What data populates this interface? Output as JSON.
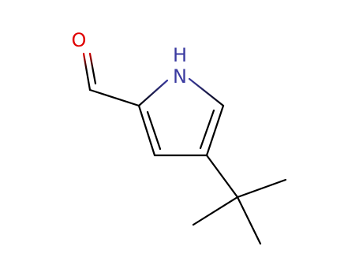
{
  "colors": {
    "background": "#ffffff",
    "carbon_bond": "#000000",
    "nitrogen": "#3a3aa0",
    "oxygen": "#e00000",
    "hydrogen_label": "#3a3aa0"
  },
  "atoms": {
    "oxygen": {
      "label": "O"
    },
    "nitrogen": {
      "label": "N"
    },
    "nitrogen_h": {
      "label": "H"
    }
  }
}
